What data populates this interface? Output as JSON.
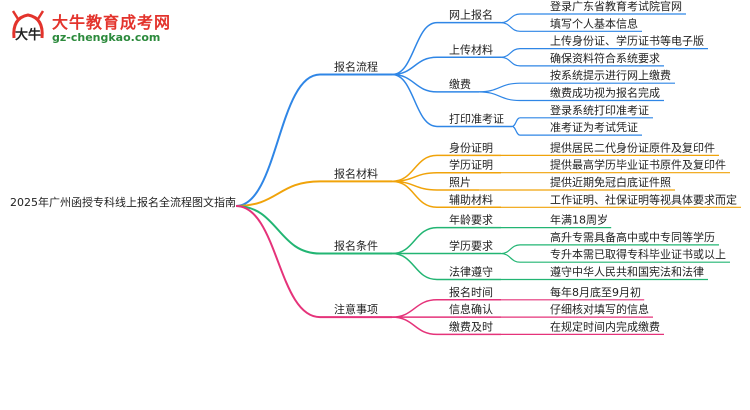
{
  "brand": {
    "name": "大牛教育成考网",
    "url": "gz-chengkao.com",
    "mark_text": "大牛",
    "colors": {
      "red": "#e3332c",
      "green": "#2c8a3c"
    }
  },
  "root": "2025年广州函授专科线上报名全流程图文指南",
  "branches": [
    {
      "label": "报名流程",
      "color": "#2f86e6",
      "children": [
        {
          "label": "网上报名",
          "children": [
            "登录广东省教育考试院官网",
            "填写个人基本信息"
          ]
        },
        {
          "label": "上传材料",
          "children": [
            "上传身份证、学历证书等电子版",
            "确保资料符合系统要求"
          ]
        },
        {
          "label": "缴费",
          "children": [
            "按系统提示进行网上缴费",
            "缴费成功视为报名完成"
          ]
        },
        {
          "label": "打印准考证",
          "children": [
            "登录系统打印准考证",
            "准考证为考试凭证"
          ]
        }
      ]
    },
    {
      "label": "报名材料",
      "color": "#f0a30a",
      "children": [
        {
          "label": "身份证明",
          "children": [
            "提供居民二代身份证原件及复印件"
          ]
        },
        {
          "label": "学历证明",
          "children": [
            "提供最高学历毕业证书原件及复印件"
          ]
        },
        {
          "label": "照片",
          "children": [
            "提供近期免冠白底证件照"
          ]
        },
        {
          "label": "辅助材料",
          "children": [
            "工作证明、社保证明等视具体要求而定"
          ]
        }
      ]
    },
    {
      "label": "报名条件",
      "color": "#22b573",
      "children": [
        {
          "label": "年龄要求",
          "children": [
            "年满18周岁"
          ]
        },
        {
          "label": "学历要求",
          "children": [
            "高升专需具备高中或中专同等学历",
            "专升本需已取得专科毕业证书或以上"
          ]
        },
        {
          "label": "法律遵守",
          "children": [
            "遵守中华人民共和国宪法和法律"
          ]
        }
      ]
    },
    {
      "label": "注意事项",
      "color": "#e5337a",
      "children": [
        {
          "label": "报名时间",
          "children": [
            "每年8月底至9月初"
          ]
        },
        {
          "label": "信息确认",
          "children": [
            "仔细核对填写的信息"
          ]
        },
        {
          "label": "缴费及时",
          "children": [
            "在规定时间内完成缴费"
          ]
        }
      ]
    }
  ]
}
